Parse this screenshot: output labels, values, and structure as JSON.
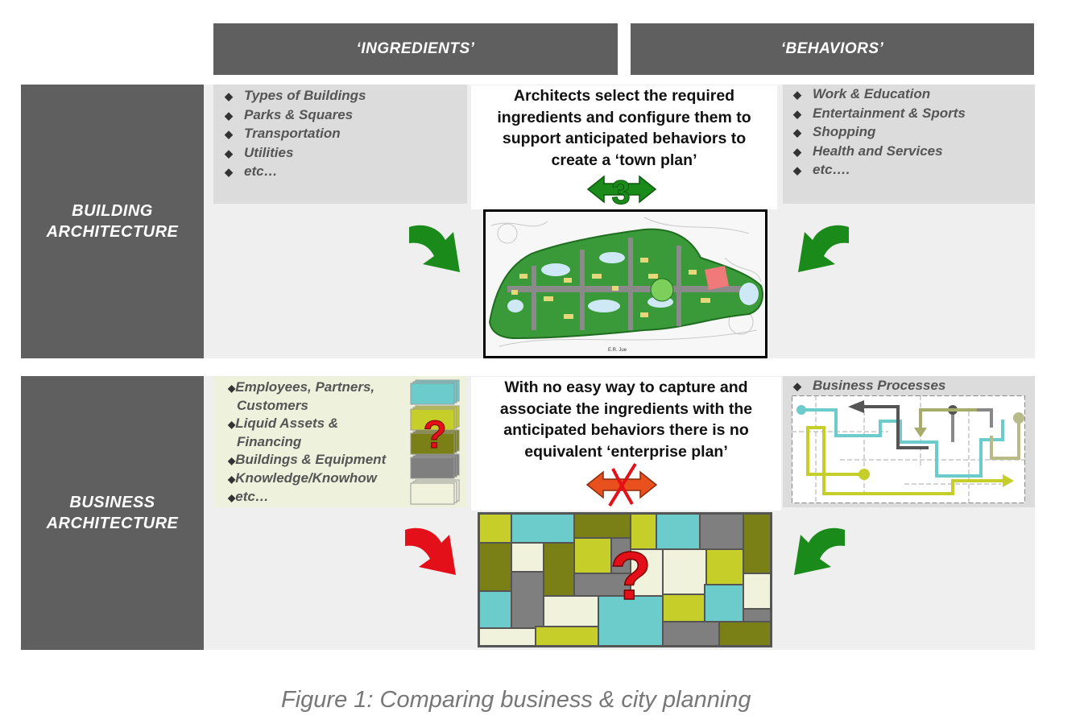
{
  "headers": {
    "ingredients": "‘INGREDIENTS’",
    "behaviors": "‘BEHAVIORS’"
  },
  "rows": {
    "building": {
      "label_line1": "BUILDING",
      "label_line2": "ARCHITECTURE",
      "ingredients": [
        "Types of Buildings",
        "Parks & Squares",
        "Transportation",
        "Utilities",
        "etc…"
      ],
      "behaviors": [
        "Work & Education",
        "Entertainment & Sports",
        "Shopping",
        "Health and Services",
        "etc…."
      ],
      "center_text": [
        "Architects select the required",
        "ingredients and configure them to",
        "support anticipated behaviors to",
        "create a ‘town plan’"
      ],
      "map_street_label": "E.R. Jue"
    },
    "business": {
      "label_line1": "BUSINESS",
      "label_line2": "ARCHITECTURE",
      "ingredients": [
        {
          "line1": "Employees, Partners,",
          "line2": "Customers"
        },
        {
          "line1": "Liquid Assets &",
          "line2": "Financing"
        },
        {
          "line1": "Buildings & Equipment",
          "line2": ""
        },
        {
          "line1": "Knowledge/Knowhow",
          "line2": ""
        },
        {
          "line1": "etc…",
          "line2": ""
        }
      ],
      "behaviors": [
        "Business Processes"
      ],
      "center_text": [
        "With no easy way to capture and",
        "associate the ingredients with the",
        "anticipated behaviors there is no",
        "equivalent ‘enterprise plan’"
      ],
      "question_mark": "?"
    }
  },
  "colors": {
    "header_bg": "#5f5f5f",
    "green_arrow": "#1a8a1a",
    "red_arrow": "#e3101a",
    "orange_arrow": "#e8501e",
    "teal": "#6ccbcb",
    "lime": "#c6cf2a",
    "olive": "#7a7f16",
    "gray_block": "#7f7f7f",
    "cream": "#f1f2dc"
  },
  "caption": "Figure 1: Comparing business & city planning"
}
